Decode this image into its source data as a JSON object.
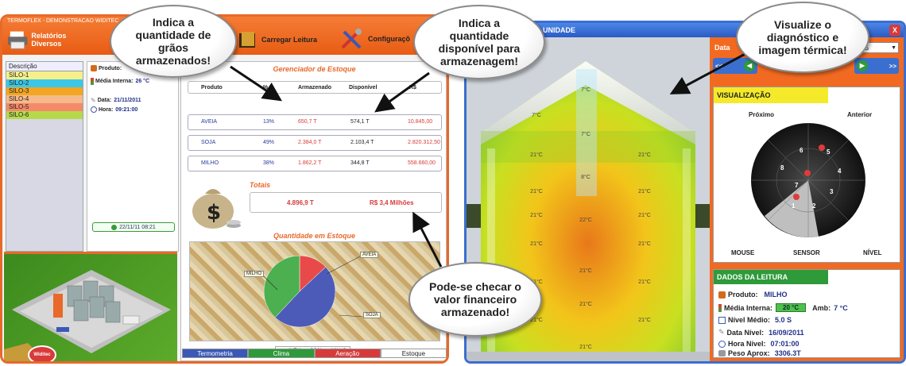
{
  "left_window": {
    "title": "TERMOFLEX - DEMONSTRACAO   WIDITEC",
    "toolbar": {
      "reports_label": "Relatórios Diversos",
      "load_label": "Carregar Leitura",
      "config_label": "Configuraçõ"
    },
    "silo_list": {
      "header": "Descrição",
      "items": [
        {
          "label": "SILO-1",
          "color": "#f7f08a"
        },
        {
          "label": "SILO-2",
          "color": "#3cc7e8"
        },
        {
          "label": "SILO-3",
          "color": "#f2a623"
        },
        {
          "label": "SILO-4",
          "color": "#f7b98a"
        },
        {
          "label": "SILO-5",
          "color": "#f58a6a"
        },
        {
          "label": "SILO-6",
          "color": "#b6d94a"
        }
      ]
    },
    "info": {
      "produto_label": "Produto:",
      "media_label": "Média Interna:",
      "media_value": "26 °C",
      "data_label": "Data:",
      "data_value": "21/11/2011",
      "hora_label": "Hora:",
      "hora_value": "09:21:00",
      "timestamp": "22/11/11 08:21"
    },
    "manager": {
      "title": "Gerenciador de Estoque",
      "columns": [
        "Produto",
        "%",
        "Armazenado",
        "Disponível",
        "R$"
      ],
      "rows": [
        {
          "produto": "AVEIA",
          "pct": "13%",
          "armazenado": "650,7 T",
          "disponivel": "574,1 T",
          "rs": "10.845,00"
        },
        {
          "produto": "SOJA",
          "pct": "49%",
          "armazenado": "2.384,0 T",
          "disponivel": "2.103,4 T",
          "rs": "2.820.312,50"
        },
        {
          "produto": "MILHO",
          "pct": "38%",
          "armazenado": "1.862,2 T",
          "disponivel": "344,8 T",
          "rs": "558.660,00"
        }
      ],
      "totals_title": "Totais",
      "total_tons": "4.896,9 T",
      "total_money": "R$ 3,4 Milhões",
      "stock_title": "Quantidade em Estoque",
      "pie_labels": {
        "aveia": "AVEIA",
        "milho": "MILHO",
        "soja": "SOJA"
      },
      "legend": [
        "AVEIA",
        "SOJA",
        "MILHO"
      ],
      "legend_colors": [
        "#e84a4a",
        "#4d5bb8",
        "#4caf50"
      ],
      "pie_values": [
        13,
        49,
        38
      ]
    },
    "tabs": [
      "Termometria",
      "Clima",
      "Aeração",
      "Estoque"
    ],
    "tab_colors": [
      "#3a58b8",
      "#2e9a3a",
      "#d83a3a",
      "#ffffff"
    ],
    "logo": "Widitec"
  },
  "right_window": {
    "title": "UNIDADE",
    "date_label": "Data",
    "date_value": "15",
    "close_glyph": "X",
    "nav_prev": "<<",
    "nav_next": ">>",
    "silo_temps": [
      {
        "t": "7°C",
        "col": "c"
      },
      {
        "t": "7°C",
        "col": "l"
      },
      {
        "t": "7°C",
        "col": "c"
      },
      {
        "t": "21°C",
        "col": "l"
      },
      {
        "t": "21°C",
        "col": "r"
      },
      {
        "t": "8°C",
        "col": "c"
      },
      {
        "t": "21°C",
        "col": "l"
      },
      {
        "t": "21°C",
        "col": "r"
      }
    ],
    "visualizacao": {
      "title": "VISUALIZAÇÃO",
      "proximo": "Próximo",
      "anterior": "Anterior",
      "mouse": "MOUSE",
      "sensor": "SENSOR",
      "nivel": "NÍVEL",
      "sensor_numbers": [
        "6",
        "5",
        "4",
        "8",
        "7",
        "3",
        "2",
        "1"
      ]
    },
    "dados": {
      "title": "DADOS DA LEITURA",
      "produto_label": "Produto:",
      "produto_value": "MILHO",
      "media_label": "Média Interna:",
      "media_value": "20 °C",
      "amb_label": "Amb:",
      "amb_value": "7 °C",
      "nivel_label": "Nível Médio:",
      "nivel_value": "5.0 S",
      "data_label": "Data Nível:",
      "data_value": "16/09/2011",
      "hora_label": "Hora Nível:",
      "hora_value": "07:01:00",
      "peso_label": "Peso Aprox:",
      "peso_value": "3306.3T"
    }
  },
  "callouts": {
    "graos": "Indica a quantidade de grãos armazenados!",
    "disponivel": "Indica a quantidade disponível para armazenagem!",
    "diagnostico": "Visualize o diagnóstico e imagem térmica!",
    "financeiro": "Pode-se checar o valor financeiro armazenado!"
  }
}
